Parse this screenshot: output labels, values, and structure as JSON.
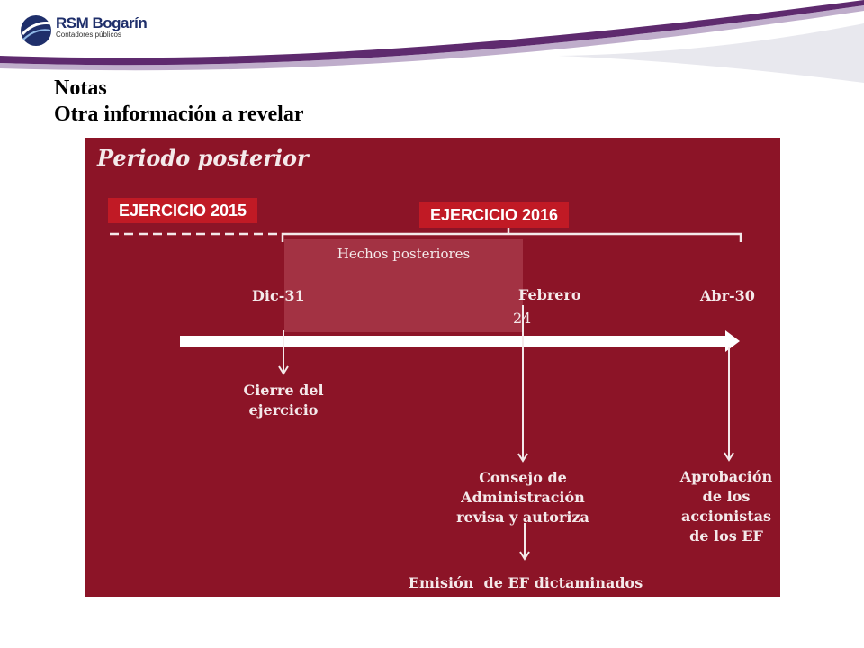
{
  "header": {
    "logo_name": "RSM Bogarín",
    "logo_sub": "Contadores públicos",
    "title_line1": "Notas",
    "title_line2": "Otra información a revelar"
  },
  "diagram": {
    "heading": "Periodo posterior",
    "ejercicio_2015": "EJERCICIO 2015",
    "ejercicio_2016": "EJERCICIO 2016",
    "hechos_posteriores": "Hechos posteriores",
    "milestones": [
      {
        "label": "Dic-31"
      },
      {
        "label": "Febrero"
      },
      {
        "label": "24"
      },
      {
        "label": "Abr-30"
      }
    ],
    "events": [
      {
        "lines": [
          "Cierre del",
          "ejercicio"
        ]
      },
      {
        "lines": [
          "Consejo de",
          "Administración",
          "revisa y autoriza"
        ]
      },
      {
        "lines": [
          "Aprobación",
          "de los",
          "accionistas",
          "de los EF"
        ]
      }
    ],
    "emision": "Emisión  de EF dictaminados"
  },
  "colors": {
    "panel_bg": "#8c1427",
    "label_red": "#c11a25",
    "brand_blue": "#1f2f6b",
    "band_purple": "#5e2a6e"
  }
}
